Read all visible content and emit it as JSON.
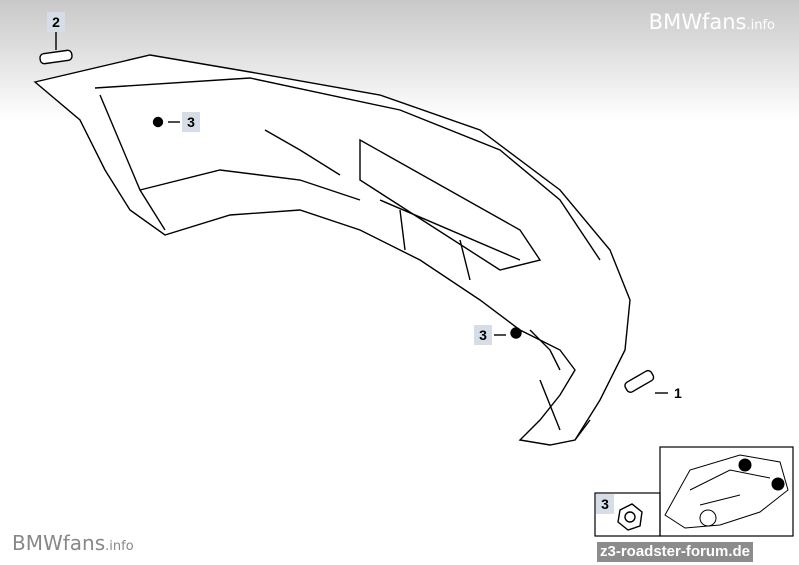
{
  "watermark_top": {
    "brand": "BMWfans",
    "suffix": ".info"
  },
  "watermark_bottom": {
    "brand": "BMWfans",
    "suffix": ".info"
  },
  "callouts": [
    {
      "number": "2",
      "part": "reflector-left"
    },
    {
      "number": "3",
      "part": "nut-upper"
    },
    {
      "number": "3",
      "part": "nut-lower"
    },
    {
      "number": "1",
      "part": "reflector-right"
    }
  ],
  "legend_box": {
    "number": "3"
  },
  "forum_watermark": "z3-roadster-forum.de"
}
